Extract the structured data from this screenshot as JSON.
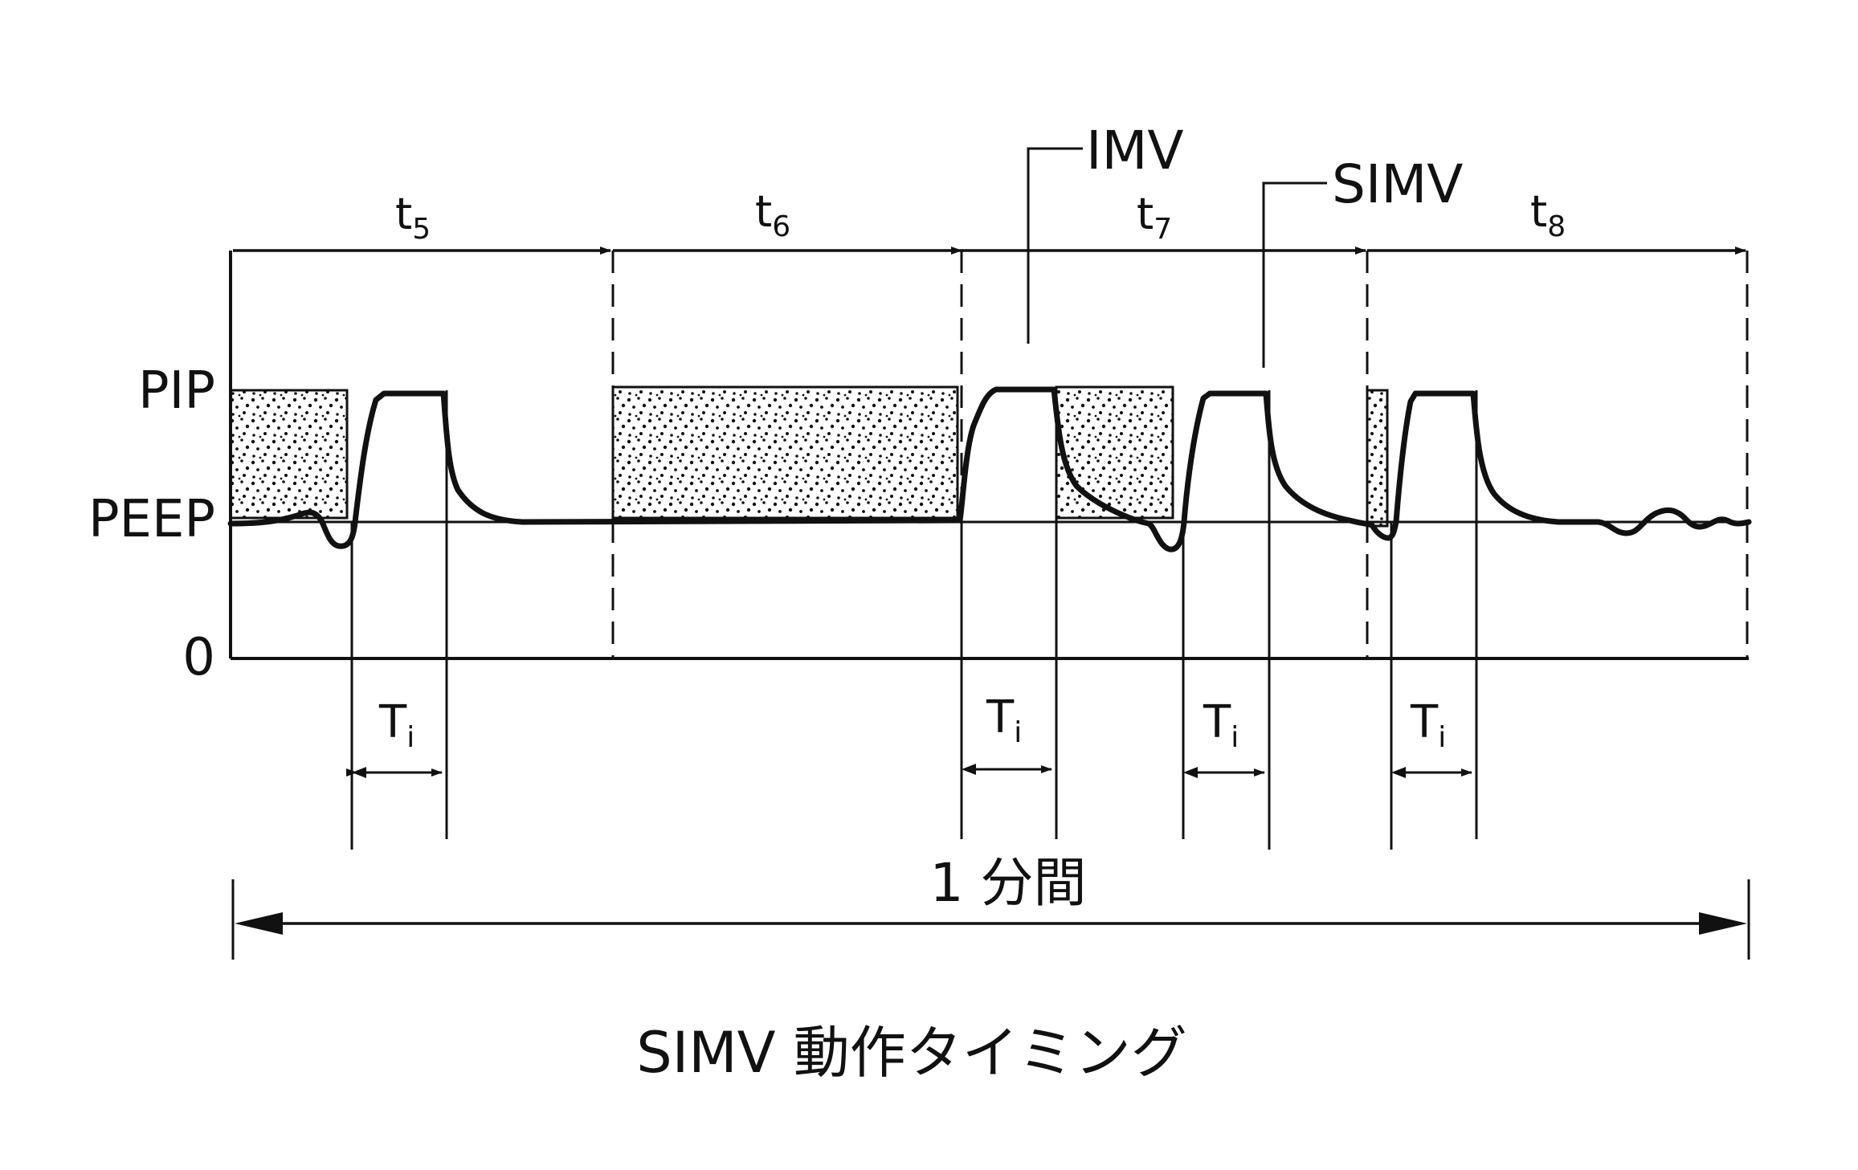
{
  "diagram": {
    "y_axis_labels": {
      "pip": "PIP",
      "peep": "PEEP",
      "zero": "0"
    },
    "intervals": [
      {
        "base": "t",
        "sub": "5"
      },
      {
        "base": "t",
        "sub": "6"
      },
      {
        "base": "t",
        "sub": "7"
      },
      {
        "base": "t",
        "sub": "8"
      }
    ],
    "mode_labels": {
      "imv": "IMV",
      "simv": "SIMV"
    },
    "inspiration_time": {
      "base": "T",
      "sub": "i"
    },
    "duration_label": "1 分間",
    "caption": "SIMV 動作タイミング"
  }
}
